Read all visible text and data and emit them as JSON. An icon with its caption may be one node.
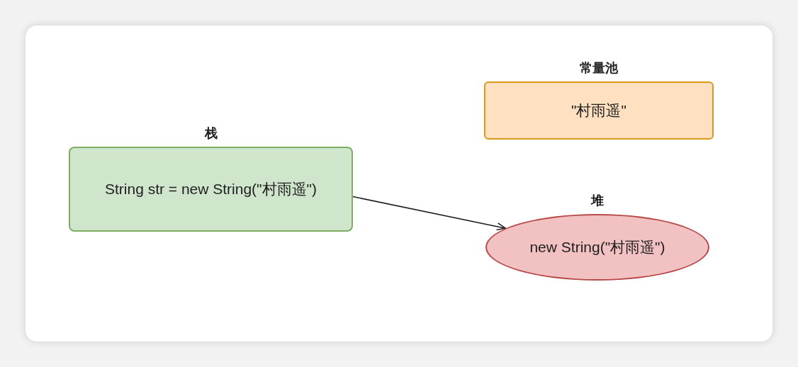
{
  "diagram": {
    "nodes": [
      {
        "text": [
          "栈",
          "String str = new String(\"村雨遥\")"
        ]
      },
      {
        "text": [
          "常量池",
          "\"村雨遥\""
        ]
      },
      {
        "text": [
          "堆",
          "new String(\"村雨遥\")"
        ]
      }
    ],
    "edges": [
      {
        "from": 0,
        "to": 2,
        "arrow": "to"
      }
    ]
  }
}
